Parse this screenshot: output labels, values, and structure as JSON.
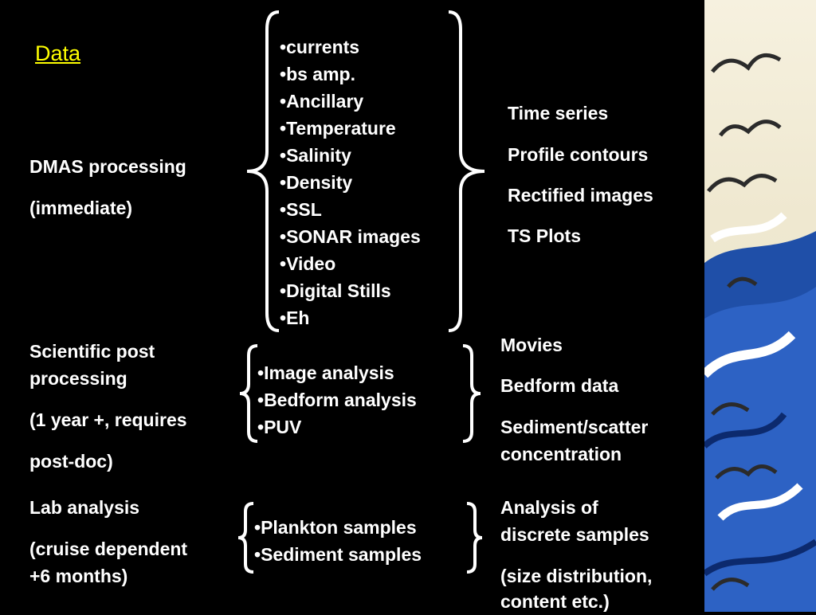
{
  "title": "Data",
  "rows": [
    {
      "left_lines": [
        "DMAS processing",
        "(immediate)"
      ],
      "items": [
        "currents",
        "bs amp.",
        "Ancillary",
        "Temperature",
        "Salinity",
        "Density",
        "SSL",
        "SONAR images",
        "Video",
        "Digital Stills",
        "Eh"
      ],
      "outputs": [
        "Time series",
        "Profile contours",
        "Rectified images",
        "TS Plots"
      ]
    },
    {
      "left_lines": [
        "Scientific post",
        "processing",
        "(1 year +, requires",
        "post-doc)"
      ],
      "items": [
        "Image analysis",
        "Bedform analysis",
        "PUV"
      ],
      "outputs": [
        "Movies",
        "Bedform data",
        "Sediment/scatter",
        "concentration"
      ]
    },
    {
      "left_lines": [
        "Lab analysis",
        "(cruise dependent",
        "+6 months)"
      ],
      "items": [
        "Plankton samples",
        "Sediment samples"
      ],
      "outputs": [
        "Analysis of",
        "discrete samples",
        "(size distribution,",
        "content etc.)"
      ]
    }
  ],
  "colors": {
    "title": "#ffff00",
    "text": "#ffffff",
    "background": "#000000",
    "wave_blue": "#1f4fa8"
  }
}
